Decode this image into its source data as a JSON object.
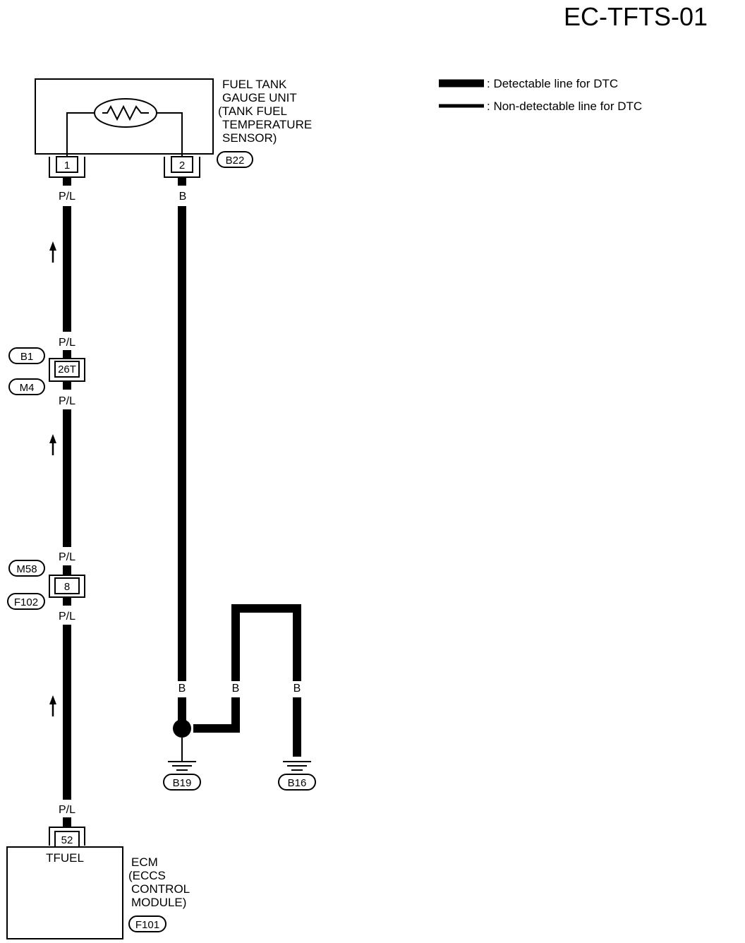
{
  "diagram_id": "EC-TFTS-01",
  "legend": {
    "detectable": ": Detectable line for DTC",
    "non_detectable": ": Non-detectable line for DTC"
  },
  "sensor": {
    "lines": [
      "FUEL TANK",
      "GAUGE UNIT",
      "(TANK FUEL",
      "TEMPERATURE",
      "SENSOR)"
    ],
    "connector": "B22",
    "pin1": "1",
    "pin2": "2"
  },
  "wires": {
    "pl_1": "P/L",
    "b_top": "B",
    "pl_2": "P/L",
    "pl_3": "P/L",
    "pl_4": "P/L",
    "pl_5": "P/L",
    "pl_6": "P/L",
    "b_1": "B",
    "b_2": "B",
    "b_3": "B"
  },
  "joints": {
    "j1_top": "B1",
    "j1_bottom": "M4",
    "j1_pin": "26T",
    "j2_top": "M58",
    "j2_bottom": "F102",
    "j2_pin": "8"
  },
  "grounds": {
    "g1": "B19",
    "g2": "B16"
  },
  "ecm": {
    "pin": "52",
    "terminal": "TFUEL",
    "lines": [
      "ECM",
      "(ECCS",
      "CONTROL",
      "MODULE)"
    ],
    "connector": "F101"
  }
}
